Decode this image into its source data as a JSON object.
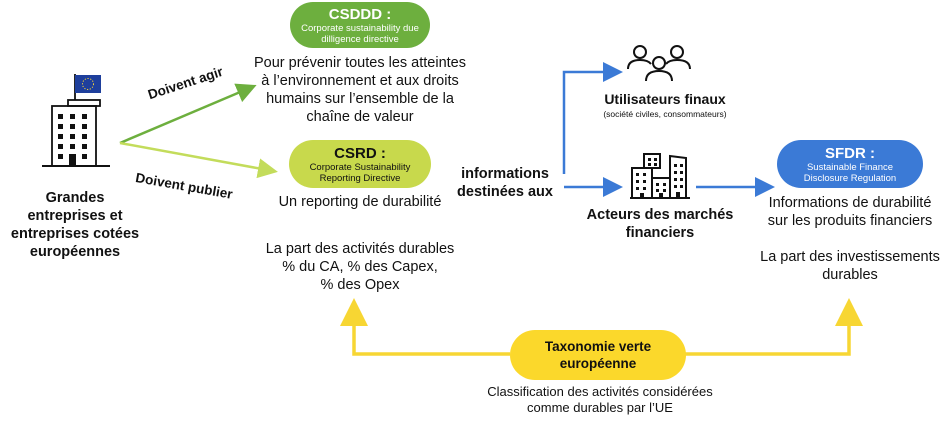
{
  "colors": {
    "csddd_green": "#6daf3e",
    "csrd_lime": "#c8d94c",
    "sfdr_blue": "#3b7ad6",
    "taxonomy_yellow": "#fbd82b",
    "arrow_blue": "#3b7ad6",
    "arrow_yellow": "#f7d633",
    "arrow_green_dark": "#6daf3e",
    "arrow_green_light": "#c3dc5b",
    "eu_flag": "#1e3f9c"
  },
  "companies": {
    "icon": "building-with-eu-flag-icon",
    "label": [
      "Grandes",
      "entreprises et",
      "entreprises cotées",
      "européennes"
    ]
  },
  "arrows": {
    "act_label": "Doivent agir",
    "publish_label": "Doivent publier"
  },
  "csddd": {
    "title": "CSDDD :",
    "subtitle_1": "Corporate sustainability due",
    "subtitle_2": "dilligence directive",
    "description": [
      "Pour prévenir toutes les atteintes",
      "à l’environnement et aux droits",
      "humains sur l’ensemble de la",
      "chaîne de valeur"
    ]
  },
  "csrd": {
    "title": "CSRD :",
    "subtitle_1": "Corporate Sustainability",
    "subtitle_2": "Reporting Directive",
    "description": "Un reporting de durabilité",
    "share": [
      "La part des activités durables",
      "% du CA, % des Capex,",
      "% des Opex"
    ]
  },
  "info_label": [
    "informations",
    "destinées aux"
  ],
  "end_users": {
    "icon": "people-group-icon",
    "title": "Utilisateurs finaux",
    "subtitle": "(société civiles, consommateurs)"
  },
  "market_actors": {
    "icon": "city-buildings-icon",
    "title": [
      "Acteurs des marchés",
      "financiers"
    ]
  },
  "sfdr": {
    "title": "SFDR :",
    "subtitle_1": "Sustainable Finance",
    "subtitle_2": "Disclosure Regulation",
    "description": [
      "Informations de durabilité",
      "sur les produits financiers"
    ],
    "share": [
      "La part des investissements",
      "durables"
    ]
  },
  "taxonomy": {
    "title_1": "Taxonomie verte",
    "title_2": "européenne",
    "description": [
      "Classification des activités considérées",
      "comme durables par l’UE"
    ]
  }
}
